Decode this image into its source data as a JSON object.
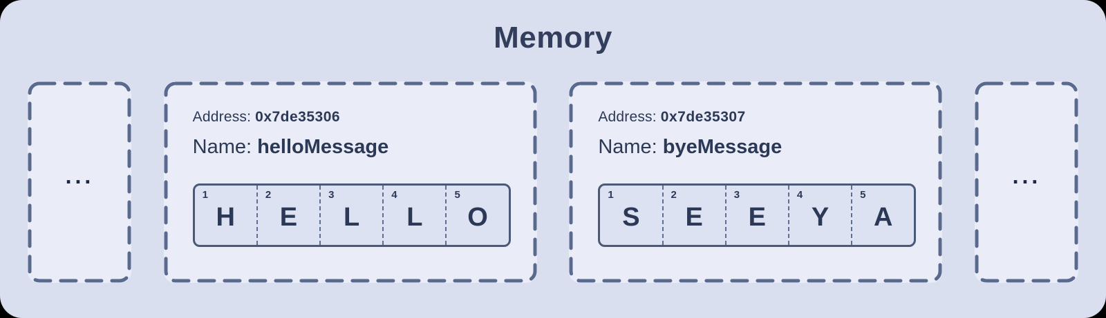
{
  "title": "Memory",
  "left_ellipsis": "...",
  "right_ellipsis": "...",
  "blocks": [
    {
      "address_label": "Address:",
      "address_value": "0x7de35306",
      "name_label": "Name:",
      "name_value": "helloMessage",
      "cells": [
        {
          "index": "1",
          "char": "H"
        },
        {
          "index": "2",
          "char": "E"
        },
        {
          "index": "3",
          "char": "L"
        },
        {
          "index": "4",
          "char": "L"
        },
        {
          "index": "5",
          "char": "O"
        }
      ]
    },
    {
      "address_label": "Address:",
      "address_value": "0x7de35307",
      "name_label": "Name:",
      "name_value": "byeMessage",
      "cells": [
        {
          "index": "1",
          "char": "S"
        },
        {
          "index": "2",
          "char": "E"
        },
        {
          "index": "3",
          "char": "E"
        },
        {
          "index": "4",
          "char": "Y"
        },
        {
          "index": "5",
          "char": "A"
        }
      ]
    }
  ],
  "colors": {
    "container_bg": "#d9dfef",
    "block_bg": "#eaedf7",
    "dash_border": "#5a6a8e",
    "cell_bg": "#dce2f1",
    "cell_border": "#4a5977",
    "text_navy": "#2b3957"
  }
}
